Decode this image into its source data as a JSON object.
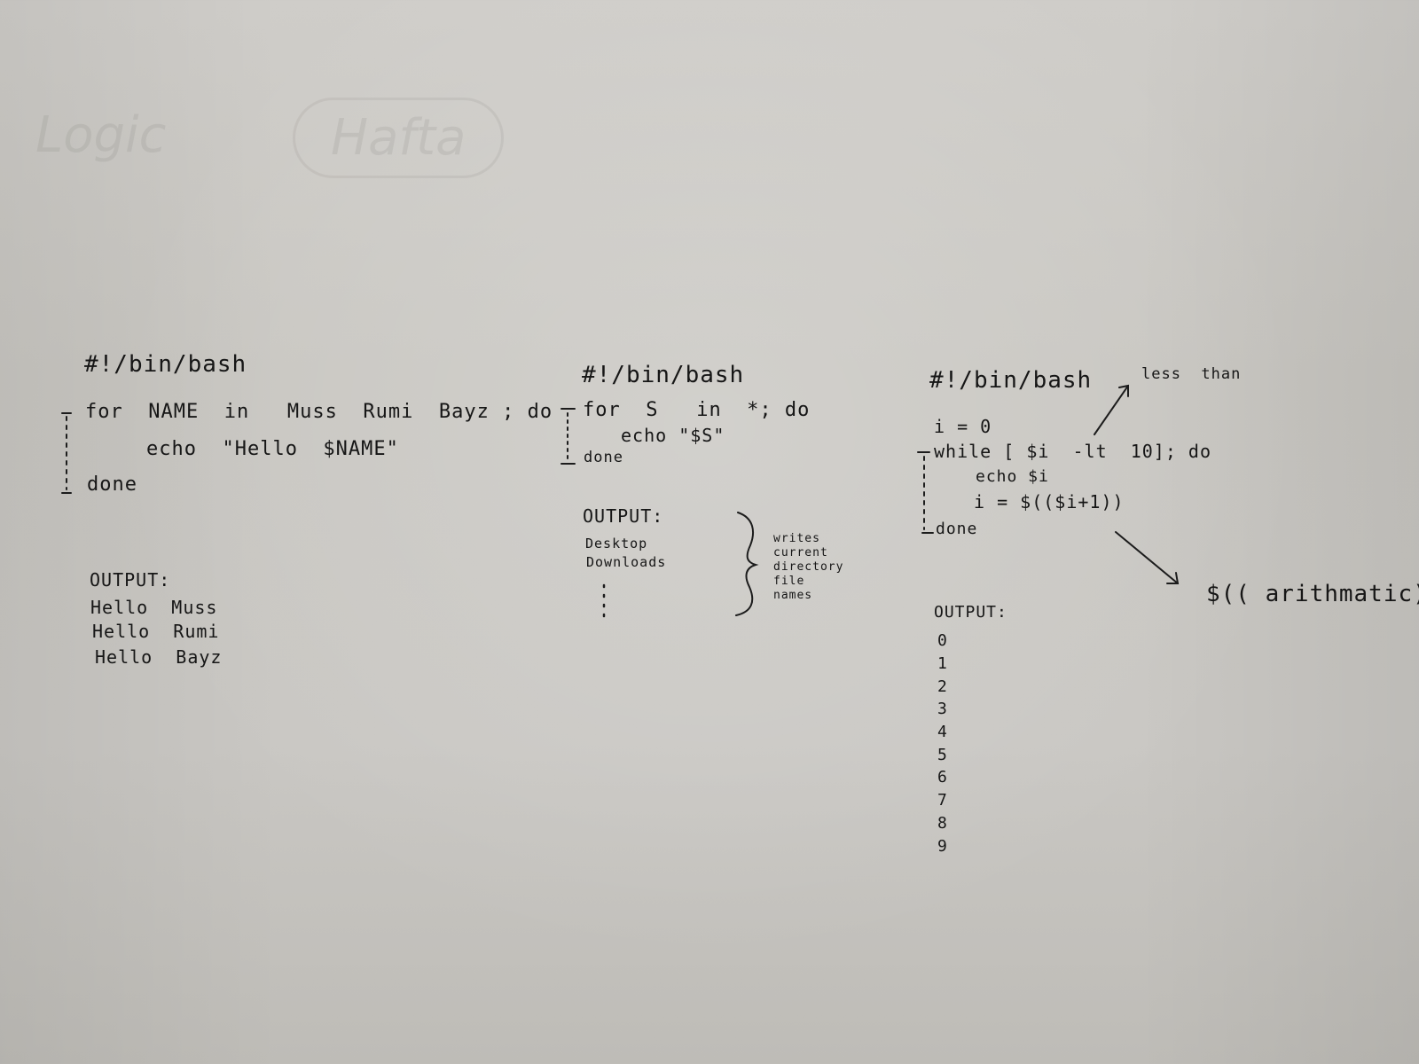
{
  "ghost": {
    "left_word": "Logic",
    "boxed_word": "Hafta"
  },
  "block1": {
    "shebang": "#!/bin/bash",
    "line_for": "for  NAME  in   Muss  Rumi  Bayz ; do",
    "line_echo": "echo  \"Hello  $NAME\"",
    "line_done": "done",
    "output_label": "OUTPUT:",
    "output_lines": [
      "Hello  Muss",
      "Hello  Rumi",
      "Hello  Bayz"
    ]
  },
  "block2": {
    "shebang": "#!/bin/bash",
    "line_for": "for  S   in  *; do",
    "line_echo": "echo \"$S\"",
    "line_done": "done",
    "output_label": "OUTPUT:",
    "output_lines": [
      "Desktop",
      "Downloads"
    ],
    "note": "writes\ncurrent\ndirectory\nfile\nnames"
  },
  "block3": {
    "shebang": "#!/bin/bash",
    "line_init": "i = 0",
    "line_while": "while [ $i  -lt  10]; do",
    "line_echo": "echo $i",
    "line_incr": "i = $(($i+1))",
    "line_done": "done",
    "note_less_than": "less  than",
    "note_arith": "$(( arithmatic))",
    "output_label": "OUTPUT:",
    "output_digits": [
      "0",
      "1",
      "2",
      "3",
      "4",
      "5",
      "6",
      "7",
      "8",
      "9"
    ]
  }
}
